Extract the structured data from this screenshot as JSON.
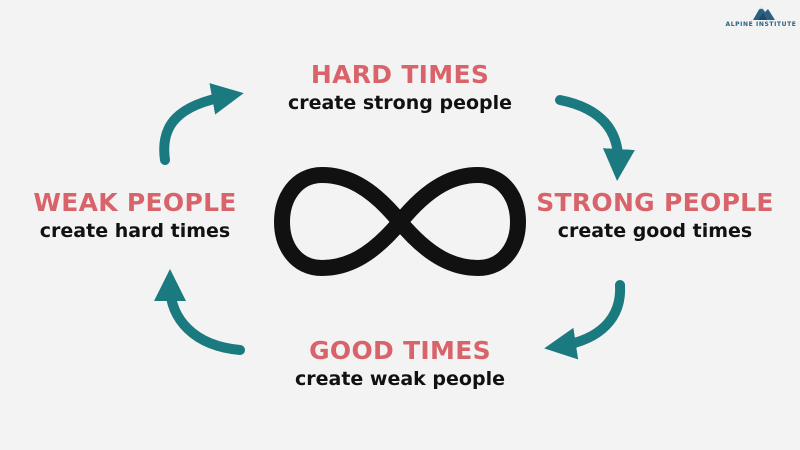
{
  "colors": {
    "heading": "#d9636a",
    "subtext": "#111111",
    "arrow": "#1b7a80",
    "infinity": "#111111",
    "logo": "#2a6080"
  },
  "logo": {
    "text": "ALPINE INSTITUTE",
    "icon": "mountain-icon"
  },
  "cycle": {
    "top": {
      "heading": "HARD TIMES",
      "sub": "create strong people"
    },
    "right": {
      "heading": "STRONG PEOPLE",
      "sub": "create good times"
    },
    "bottom": {
      "heading": "GOOD TIMES",
      "sub": "create weak people"
    },
    "left": {
      "heading": "WEAK PEOPLE",
      "sub": "create hard times"
    }
  },
  "center_icon": "infinity-icon",
  "arrow_icon": "curved-arrow-icon"
}
